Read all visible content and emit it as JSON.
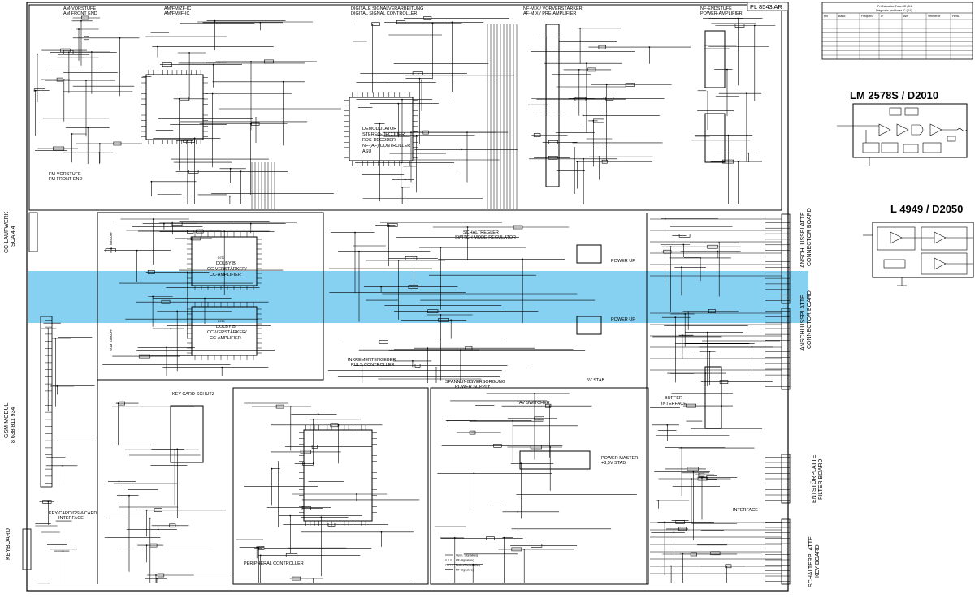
{
  "sheet_ref": "PL 8543 AR",
  "highlight_color": "#7fcdf0",
  "blocks": {
    "am_frontend": [
      "AM-VORSTUFE",
      "AM FRONT END"
    ],
    "am_fm_if": [
      "AM/FM/ZF-IC",
      "AM/FM/IF-IC"
    ],
    "dsp": [
      "DIGITALE SIGNALVERARBEITUNG",
      "DIGITAL SIGNAL CONTROLLER"
    ],
    "nf_mix": [
      "NF-MIX / VORVERSTÄRKER",
      "AF-MIX / PRE-AMPLIFIER"
    ],
    "nf_end": [
      "NF-ENDSTUFE",
      "POWER-AMPLIFIER"
    ],
    "fm_frontend": [
      "FM-VORSTUFE",
      "FM FRONT END"
    ],
    "demod": [
      "DEMODULATOR",
      "STEREO-DECODER",
      "RDS-DECODER",
      "NF-(AF)-CONTROLLER",
      "ASU"
    ],
    "cc_amp_top": [
      "D750",
      "DOLBY B",
      "CC-VERSTÄRKER/",
      "CC-AMPLIFIER"
    ],
    "cc_amp_bot": [
      "D760",
      "DOLBY B",
      "CC-VERSTÄRKER/",
      "CC-AMPLIFIER"
    ],
    "switch_reg": [
      "SCHALTREGLER",
      "SWITCH MODE REGULATOR"
    ],
    "power_up": "POWER UP",
    "incr": [
      "INKREMENTENGEBER",
      "PULS CONTROLLER"
    ],
    "psu": [
      "SPANNUNGSVERSORGUNG",
      "POWER SUPPLY"
    ],
    "stab5v": "5V STAB",
    "tav": "TAV SWITCHER",
    "power_master": [
      "POWER MASTER",
      "+8,5V STAB"
    ],
    "buffer": [
      "BUFFER",
      "INTERFACE"
    ],
    "key_card_protect": "KEY-CARD-SCHUTZ",
    "key_card_gsm": [
      "KEY-CARD/GSM-CARD",
      "INTERFACE"
    ],
    "peripheral": "PERIPHERAL CONTROLLER",
    "interface": "INTERFACE",
    "cc_vol_label": "VOM TONKOPF"
  },
  "side_labels": {
    "left_cc": [
      "CC-LAUFWERK",
      "SCA 4.4"
    ],
    "left_gsm": [
      "GSM-MODUL",
      "8 638 811 934"
    ],
    "left_keyboard": "KEYBOARD",
    "right_connector": [
      "ANSCHLUSSPLATTE",
      "CONNECTOR BOARD"
    ],
    "right_filter": [
      "ENTSTÖRPLATTE",
      "FILTER BOARD"
    ],
    "right_keyboard": [
      "SCHALTERPLATTE",
      "KEY BOARD"
    ]
  },
  "legend_small": [
    "Verm. Signalweg",
    "HF-Signalweg",
    "Daten/Steuer-Weg",
    "NF-Signalweg"
  ],
  "mini_table": {
    "title": [
      "Prüfhinweise Tuner IC (D1)",
      "Diagnosis and tuner IC (D1)"
    ],
    "headers": [
      "Pin",
      "Band",
      "Frequenz",
      "U",
      "Abs",
      "Vermerke",
      "Hinw."
    ]
  },
  "ics": {
    "lm": {
      "title": "LM 2578S / D2010"
    },
    "l4949": {
      "title": "L 4949 / D2050"
    }
  }
}
